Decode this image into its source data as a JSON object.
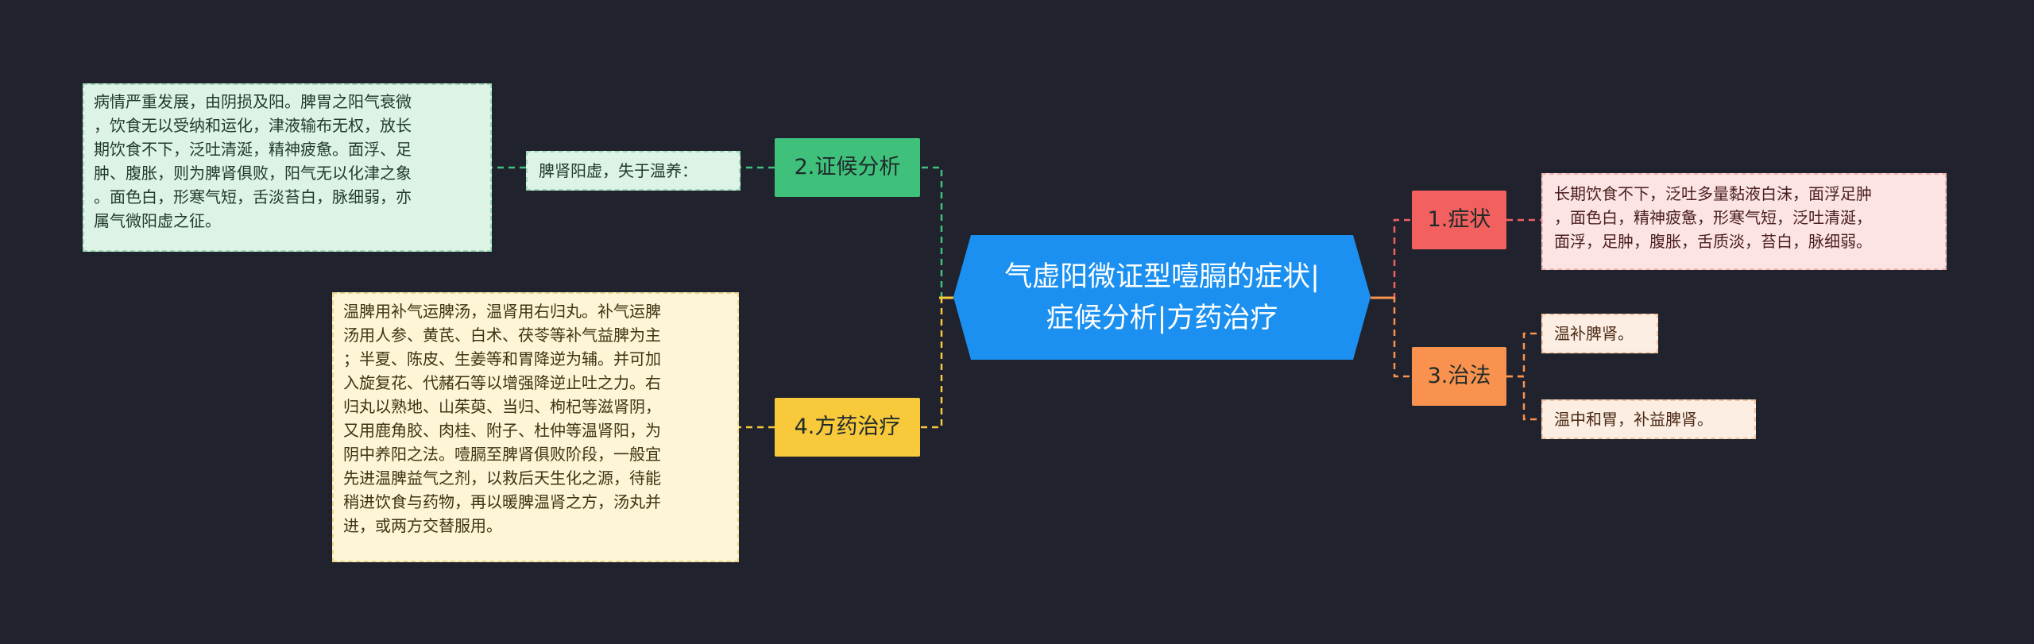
{
  "colors": {
    "background": "#20232e",
    "center": "#1b90f0",
    "zhenghou": "#3fc17c",
    "fangyao": "#f7c93b",
    "zhengzhuang": "#f2605f",
    "zhifa": "#f9924e"
  },
  "center": {
    "line1": "气虚阳微证型噎膈的症状|",
    "line2": "症候分析|方药治疗"
  },
  "branches": {
    "zhenghou": "2.证候分析",
    "fangyao": "4.方药治疗",
    "zhengzhuang": "1.症状",
    "zhifa": "3.治法"
  },
  "leaves": {
    "bingqing": "病情严重发展，由阴损及阳。脾胃之阳气衰微\n，饮食无以受纳和运化，津液输布无权，放长\n期饮食不下，泛吐清涎，精神疲惫。面浮、足\n肿、腹胀，则为脾肾俱败，阳气无以化津之象\n。面色白，形寒气短，舌淡苔白，脉细弱，亦\n属气微阳虚之征。",
    "piyang": "脾肾阳虚，失于温养：",
    "fangyao": "温脾用补气运脾汤，温肾用右归丸。补气运脾\n汤用人参、黄芪、白术、茯苓等补气益脾为主\n；半夏、陈皮、生姜等和胃降逆为辅。并可加\n入旋复花、代赭石等以增强降逆止吐之力。右\n归丸以熟地、山茱萸、当归、枸杞等滋肾阴，\n又用鹿角胶、肉桂、附子、杜仲等温肾阳，为\n阴中养阳之法。噎膈至脾肾俱败阶段，一般宜\n先进温脾益气之剂，以救后天生化之源，待能\n稍进饮食与药物，再以暖脾温肾之方，汤丸并\n进，或两方交替服用。",
    "zhengzhuang": "长期饮食不下，泛吐多量黏液白沫，面浮足肿\n，面色白，精神疲惫，形寒气短，泛吐清涎，\n面浮，足肿，腹胀，舌质淡，苔白，脉细弱。",
    "wenbu": "温补脾肾。",
    "wenzhong": "温中和胃，补益脾肾。"
  }
}
